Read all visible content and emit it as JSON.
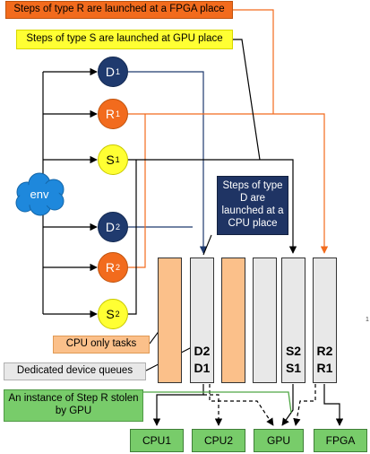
{
  "callouts": {
    "fpga_place": "Steps of type R are launched at a FPGA place",
    "gpu_place": "Steps of type S are launched at GPU place",
    "cpu_place": "Steps of type D are launched at a CPU place",
    "cpu_only": "CPU only tasks",
    "dedicated": "Dedicated device queues",
    "stolen": "An instance of Step R stolen by GPU"
  },
  "env": {
    "label": "env"
  },
  "nodes": [
    {
      "letter": "D",
      "index": "1",
      "kind": "D"
    },
    {
      "letter": "R",
      "index": "1",
      "kind": "R"
    },
    {
      "letter": "S",
      "index": "1",
      "kind": "S"
    },
    {
      "letter": "D",
      "index": "2",
      "kind": "D"
    },
    {
      "letter": "R",
      "index": "2",
      "kind": "R"
    },
    {
      "letter": "S",
      "index": "2",
      "kind": "S"
    }
  ],
  "queues": {
    "cpu_queue": {
      "top": "D2",
      "bottom": "D1"
    },
    "gpu_queue": {
      "top": "S2",
      "bottom": "S1"
    },
    "fpga_queue": {
      "top": "R2",
      "bottom": "R1"
    }
  },
  "devices": {
    "cpu1": "CPU1",
    "cpu2": "CPU2",
    "gpu": "GPU",
    "fpga": "FPGA"
  },
  "page_number": "1",
  "colors": {
    "navy": "#1f3a6e",
    "orange": "#f26b1d",
    "yellow": "#ffff33",
    "peach": "#fbc08a",
    "gray": "#e8e8e8",
    "green": "#78cc6a"
  }
}
